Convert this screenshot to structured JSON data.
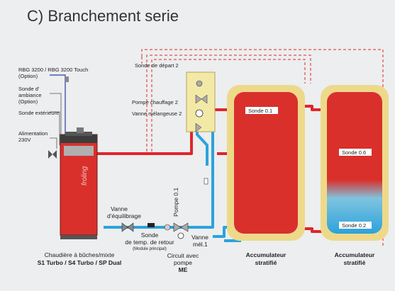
{
  "title": "C) Branchement serie",
  "labels": {
    "rbg": "RBG 3200 / RBG 3200 Touch",
    "rbg_opt": "(Option)",
    "sonde_amb_1": "Sonde d'",
    "sonde_amb_2": "ambiance",
    "sonde_amb_3": "(Option)",
    "sonde_ext": "Sonde extérieure",
    "alim_1": "Alimentation",
    "alim_2": "230V",
    "sonde_depart": "Sonde de départ 2",
    "pompe_chauff": "Pompe chauffage 2",
    "vanne_mel2": "Vanne mélangeuse 2",
    "vanne_eq_1": "Vanne",
    "vanne_eq_2": "d'équilibrage",
    "pompe01": "Pompe 0.1",
    "sonde_ret_1": "Sonde",
    "sonde_ret_2": "de temp. de retour",
    "sonde_ret_3": "(Module principal)",
    "vanne_mel1_1": "Vanne",
    "vanne_mel1_2": "mél.1",
    "sonde01": "Sonde 0.1",
    "sonde06": "Sonde 0.6",
    "sonde02": "Sonde 0.2",
    "brand": "froling"
  },
  "captions": {
    "boiler_1": "Chaudière à bûches/mixte",
    "boiler_2": "S1 Turbo / S4 Turbo / SP Dual",
    "circuit_1": "Circuit avec",
    "circuit_2": "pompe",
    "circuit_3": "ME",
    "acc1_1": "Accumulateur",
    "acc1_2": "stratifié",
    "acc2_1": "Accumulateur",
    "acc2_2": "stratifié"
  },
  "colors": {
    "red_pipe": "#e0252b",
    "blue_pipe": "#2ba3dc",
    "tank_red": "#d9302c",
    "tank_frame": "#eed98a",
    "boiler_red": "#d9302c",
    "dashed": "#e0252b",
    "signal_blue": "#2a3f9e"
  }
}
